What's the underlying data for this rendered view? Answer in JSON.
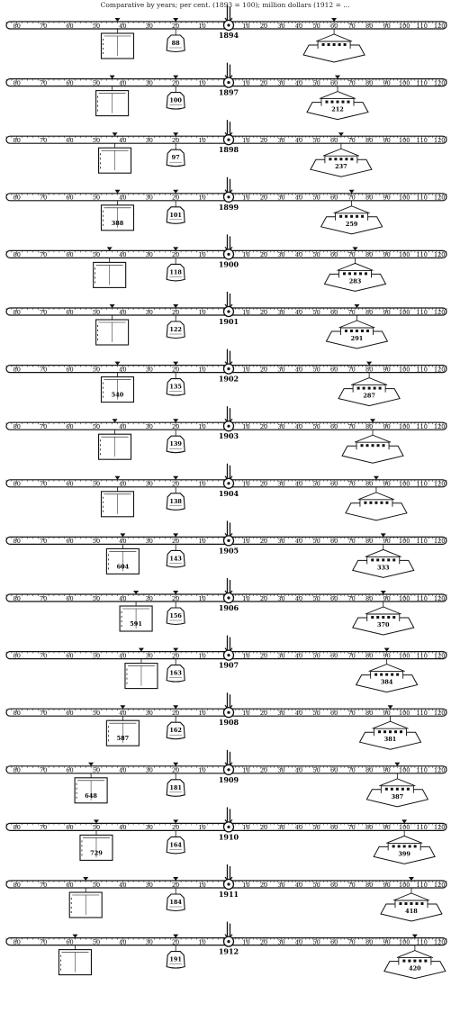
{
  "header": {
    "text": "Comparative by years; per cent. (1893 = 100); million dollars (1912 = ..."
  },
  "scale": {
    "left_ticks": [
      "80",
      "70",
      "60",
      "50",
      "40",
      "30",
      "20",
      "10"
    ],
    "right_ticks": [
      "10",
      "20",
      "30",
      "40",
      "50",
      "60",
      "70",
      "80",
      "90",
      "100",
      "110",
      "120"
    ]
  },
  "rows": [
    {
      "year": "1894",
      "left_pct": 42,
      "right_pct": 60,
      "bag_value": "88",
      "box_value": "",
      "house_value": ""
    },
    {
      "year": "1897",
      "left_pct": 44,
      "right_pct": 62,
      "bag_value": "100",
      "box_value": "",
      "house_value": "212"
    },
    {
      "year": "1898",
      "left_pct": 43,
      "right_pct": 64,
      "bag_value": "97",
      "box_value": "",
      "house_value": "237"
    },
    {
      "year": "1899",
      "left_pct": 42,
      "right_pct": 70,
      "bag_value": "101",
      "box_value": "388",
      "house_value": "259"
    },
    {
      "year": "1900",
      "left_pct": 45,
      "right_pct": 72,
      "bag_value": "118",
      "box_value": "",
      "house_value": "283"
    },
    {
      "year": "1901",
      "left_pct": 44,
      "right_pct": 73,
      "bag_value": "122",
      "box_value": "",
      "house_value": "291"
    },
    {
      "year": "1902",
      "left_pct": 42,
      "right_pct": 80,
      "bag_value": "135",
      "box_value": "540",
      "house_value": "287"
    },
    {
      "year": "1903",
      "left_pct": 43,
      "right_pct": 82,
      "bag_value": "139",
      "box_value": "",
      "house_value": ""
    },
    {
      "year": "1904",
      "left_pct": 42,
      "right_pct": 84,
      "bag_value": "138",
      "box_value": "",
      "house_value": ""
    },
    {
      "year": "1905",
      "left_pct": 40,
      "right_pct": 88,
      "bag_value": "143",
      "box_value": "604",
      "house_value": "333"
    },
    {
      "year": "1906",
      "left_pct": 35,
      "right_pct": 88,
      "bag_value": "156",
      "box_value": "591",
      "house_value": "370"
    },
    {
      "year": "1907",
      "left_pct": 33,
      "right_pct": 90,
      "bag_value": "163",
      "box_value": "",
      "house_value": "384"
    },
    {
      "year": "1908",
      "left_pct": 40,
      "right_pct": 92,
      "bag_value": "162",
      "box_value": "587",
      "house_value": "381"
    },
    {
      "year": "1909",
      "left_pct": 52,
      "right_pct": 96,
      "bag_value": "181",
      "box_value": "648",
      "house_value": "387"
    },
    {
      "year": "1910",
      "left_pct": 50,
      "right_pct": 100,
      "bag_value": "164",
      "box_value": "729",
      "house_value": "399"
    },
    {
      "year": "1911",
      "left_pct": 54,
      "right_pct": 104,
      "bag_value": "184",
      "box_value": "",
      "house_value": "418"
    },
    {
      "year": "1912",
      "left_pct": 58,
      "right_pct": 106,
      "bag_value": "191",
      "box_value": "",
      "house_value": "420"
    }
  ]
}
